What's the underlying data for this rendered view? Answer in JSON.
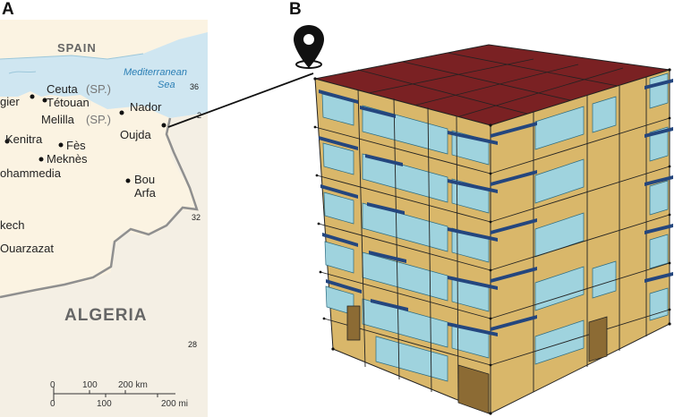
{
  "panels": {
    "a": {
      "letter": "A"
    },
    "b": {
      "letter": "B"
    }
  },
  "map": {
    "countries": {
      "spain": "SPAIN",
      "algeria": "ALGERIA"
    },
    "sea": {
      "line1": "Mediterranean",
      "line2": "Sea"
    },
    "cities": [
      {
        "id": "tangier",
        "label": "gier"
      },
      {
        "id": "ceuta",
        "label": "Ceuta"
      },
      {
        "id": "ceuta-sp",
        "label": "(SP.)"
      },
      {
        "id": "tetouan",
        "label": "Tétouan"
      },
      {
        "id": "nador",
        "label": "Nador"
      },
      {
        "id": "melilla",
        "label": "Melilla"
      },
      {
        "id": "melilla-sp",
        "label": "(SP.)"
      },
      {
        "id": "oujda",
        "label": "Oujda"
      },
      {
        "id": "kenitra",
        "label": "Kenitra"
      },
      {
        "id": "fes",
        "label": "Fès"
      },
      {
        "id": "meknes",
        "label": "Meknès"
      },
      {
        "id": "mohammedia",
        "label": "ohammedia"
      },
      {
        "id": "bou",
        "label": "Bou"
      },
      {
        "id": "arfa",
        "label": "Arfa"
      },
      {
        "id": "marrakech",
        "label": "kech"
      },
      {
        "id": "ouarzazat",
        "label": "Ouarzazat"
      }
    ],
    "graticule": {
      "lat36": "36",
      "lon2": "2",
      "lat32": "32",
      "lat28": "28"
    },
    "scale": {
      "km": [
        "0",
        "100",
        "200 km"
      ],
      "mi": [
        "0",
        "100",
        "200 mi"
      ]
    }
  },
  "colors": {
    "sea": "#cfe6f1",
    "land": "#fbf3e2",
    "border": "#8f8f8f",
    "roof": "#7a2123",
    "wall": "#d9b76a",
    "glass": "#9fd3de",
    "slab": "#24467e",
    "door": "#8c6b34"
  },
  "icons": {
    "location": "location-pin-icon"
  }
}
